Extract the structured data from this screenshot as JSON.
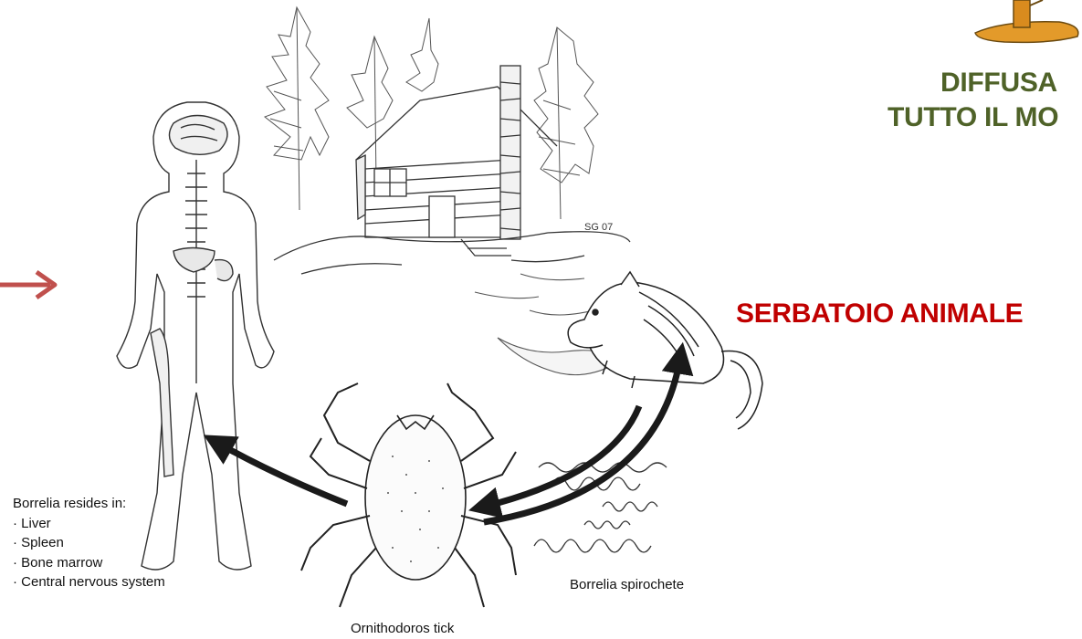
{
  "headings": {
    "diffusa": "DIFFUSA",
    "tutto_il_mondo": "TUTTO IL MO",
    "serbatoio": "SERBATOIO ANIMALE"
  },
  "labels": {
    "resides_title": "Borrelia resides in:",
    "resides_items": [
      "· Liver",
      "· Spleen",
      "· Bone marrow",
      "· Central nervous system"
    ],
    "spirochete": "Borrelia spirochete",
    "tick": "Ornithodoros tick"
  },
  "artist_signature": "SG 07",
  "colors": {
    "heading_green": "#4f6228",
    "heading_red": "#c00000",
    "arrow_red": "#c0504d",
    "cycle_arrow": "#1a1a1a",
    "lamp_orange": "#e39a2a"
  }
}
